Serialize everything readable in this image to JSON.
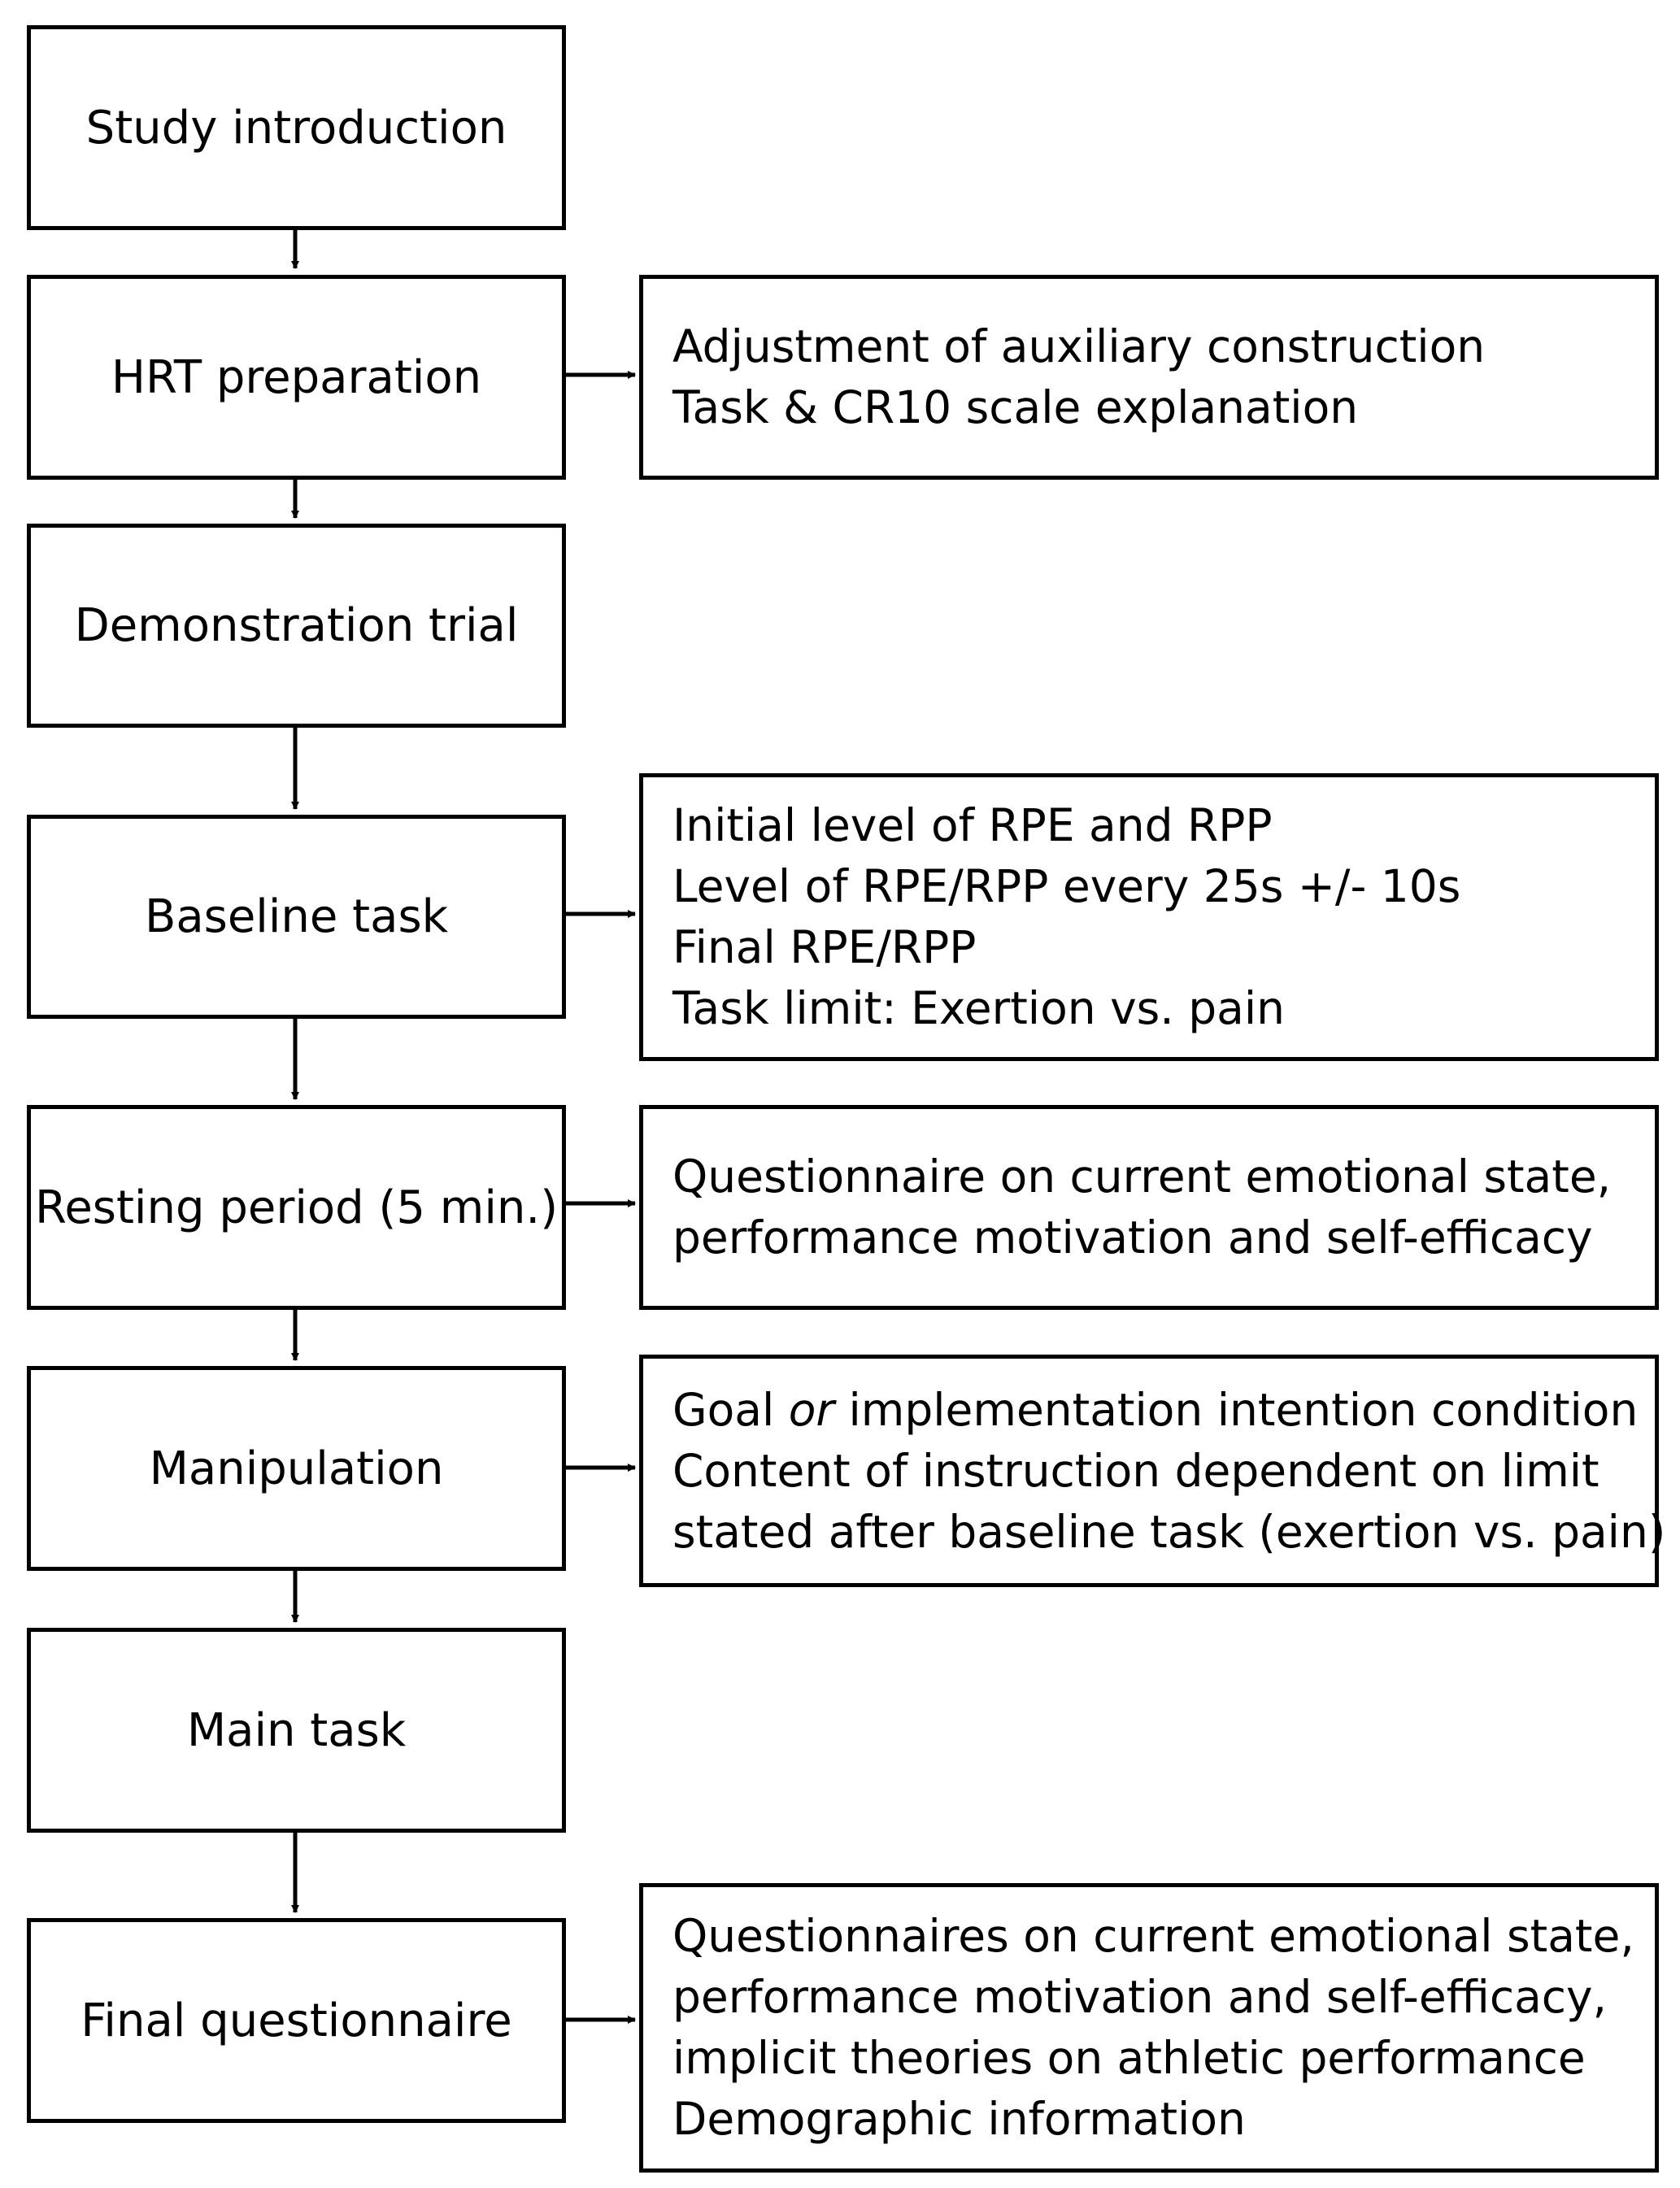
{
  "steps": [
    {
      "id": "study-introduction",
      "label": "Study introduction"
    },
    {
      "id": "hrt-preparation",
      "label": "HRT preparation"
    },
    {
      "id": "demonstration-trial",
      "label": "Demonstration trial"
    },
    {
      "id": "baseline-task",
      "label": "Baseline task"
    },
    {
      "id": "resting-period",
      "label": "Resting period (5 min.)"
    },
    {
      "id": "manipulation",
      "label": "Manipulation"
    },
    {
      "id": "main-task",
      "label": "Main task"
    },
    {
      "id": "final-questionnaire",
      "label": "Final questionnaire"
    }
  ],
  "details": {
    "hrt_preparation": [
      "Adjustment of auxiliary construction",
      "Task & CR10 scale explanation"
    ],
    "baseline_task": [
      "Initial level of RPE and RPP",
      "Level of RPE/RPP every 25s +/- 10s",
      "Final RPE/RPP",
      "Task limit:  Exertion vs.  pain"
    ],
    "resting_period": [
      "Questionnaire on current emotional state,",
      "performance motivation and self-efficacy"
    ],
    "manipulation": {
      "line1_pre": "Goal ",
      "line1_em": "or",
      "line1_post": " implementation intention condition",
      "line2": "Content of instruction dependent on limit",
      "line3": "stated after baseline task (exertion vs.  pain)"
    },
    "final_questionnaire": [
      "Questionnaires on current emotional state,",
      "performance motivation and self-efficacy,",
      "implicit theories on athletic performance",
      "Demographic information"
    ]
  },
  "colors": {
    "stroke": "#000000",
    "background": "#ffffff"
  }
}
